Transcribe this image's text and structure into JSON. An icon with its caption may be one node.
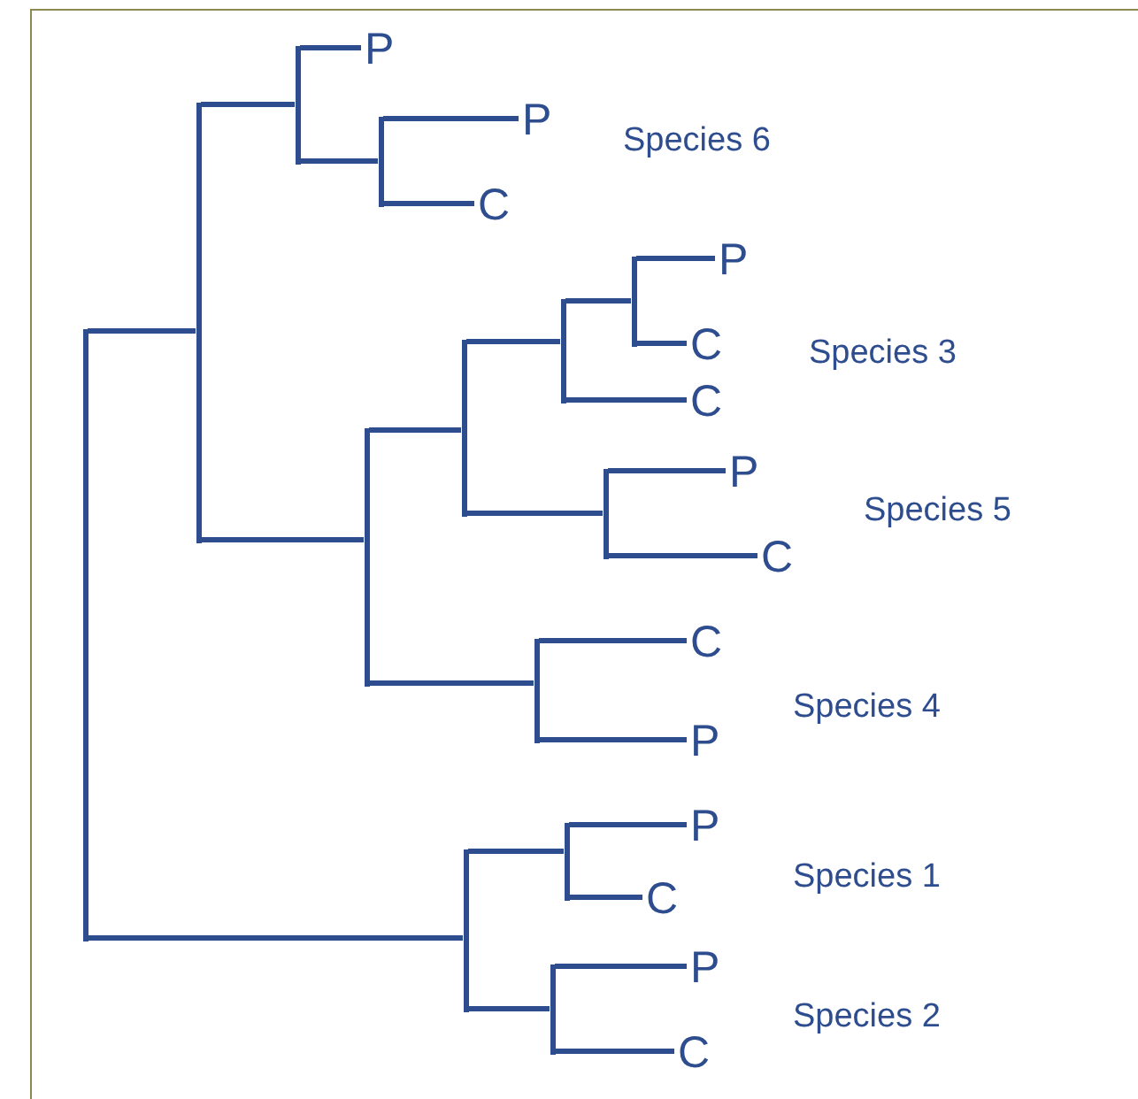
{
  "diagram": {
    "nodes": [
      {
        "text": [
          "P"
        ]
      },
      {
        "text": [
          "P"
        ]
      },
      {
        "text": [
          "C"
        ]
      },
      {
        "text": [
          "P"
        ]
      },
      {
        "text": [
          "C"
        ]
      },
      {
        "text": [
          "C"
        ]
      },
      {
        "text": [
          "P"
        ]
      },
      {
        "text": [
          "C"
        ]
      },
      {
        "text": [
          "C"
        ]
      },
      {
        "text": [
          "P"
        ]
      },
      {
        "text": [
          "P"
        ]
      },
      {
        "text": [
          "C"
        ]
      },
      {
        "text": [
          "P"
        ]
      },
      {
        "text": [
          "C"
        ]
      },
      {
        "text": [],
        "shape": "bar"
      },
      {
        "text": [],
        "shape": "bar"
      },
      {
        "text": [],
        "shape": "bar"
      },
      {
        "text": [],
        "shape": "bar"
      },
      {
        "text": [],
        "shape": "bar"
      },
      {
        "text": [],
        "shape": "bar"
      },
      {
        "text": [],
        "shape": "bar"
      },
      {
        "text": [],
        "shape": "bar"
      },
      {
        "text": [],
        "shape": "bar"
      },
      {
        "text": [],
        "shape": "bar"
      },
      {
        "text": [],
        "shape": "bar"
      },
      {
        "text": [],
        "shape": "bar"
      },
      {
        "text": [],
        "shape": "bar"
      }
    ],
    "edges": [
      {
        "from": 14,
        "to": 15,
        "arrow": "none"
      },
      {
        "from": 14,
        "to": 20,
        "arrow": "none"
      },
      {
        "from": 15,
        "to": 16,
        "arrow": "none"
      },
      {
        "from": 15,
        "to": 17,
        "arrow": "none"
      },
      {
        "from": 16,
        "to": 0,
        "arrow": "none"
      },
      {
        "from": 16,
        "to": 18,
        "arrow": "none"
      },
      {
        "from": 18,
        "to": 1,
        "arrow": "none"
      },
      {
        "from": 18,
        "to": 2,
        "arrow": "none"
      },
      {
        "from": 17,
        "to": 19,
        "arrow": "none"
      },
      {
        "from": 17,
        "to": 21,
        "arrow": "none"
      },
      {
        "from": 19,
        "to": 23,
        "arrow": "none"
      },
      {
        "from": 19,
        "to": 25,
        "arrow": "none"
      },
      {
        "from": 23,
        "to": 26,
        "arrow": "none"
      },
      {
        "from": 23,
        "to": 5,
        "arrow": "none"
      },
      {
        "from": 26,
        "to": 3,
        "arrow": "none"
      },
      {
        "from": 26,
        "to": 4,
        "arrow": "none"
      },
      {
        "from": 25,
        "to": 6,
        "arrow": "none"
      },
      {
        "from": 25,
        "to": 7,
        "arrow": "none"
      },
      {
        "from": 21,
        "to": 8,
        "arrow": "none"
      },
      {
        "from": 21,
        "to": 9,
        "arrow": "none"
      },
      {
        "from": 20,
        "to": 24,
        "arrow": "none"
      },
      {
        "from": 20,
        "to": 22,
        "arrow": "none"
      },
      {
        "from": 24,
        "to": 10,
        "arrow": "none"
      },
      {
        "from": 24,
        "to": 11,
        "arrow": "none"
      },
      {
        "from": 22,
        "to": 12,
        "arrow": "none"
      },
      {
        "from": 22,
        "to": 13,
        "arrow": "none"
      }
    ],
    "labels": [
      "Species 6",
      "Species 3",
      "Species 5",
      "Species 4",
      "Species 1",
      "Species 2"
    ]
  }
}
